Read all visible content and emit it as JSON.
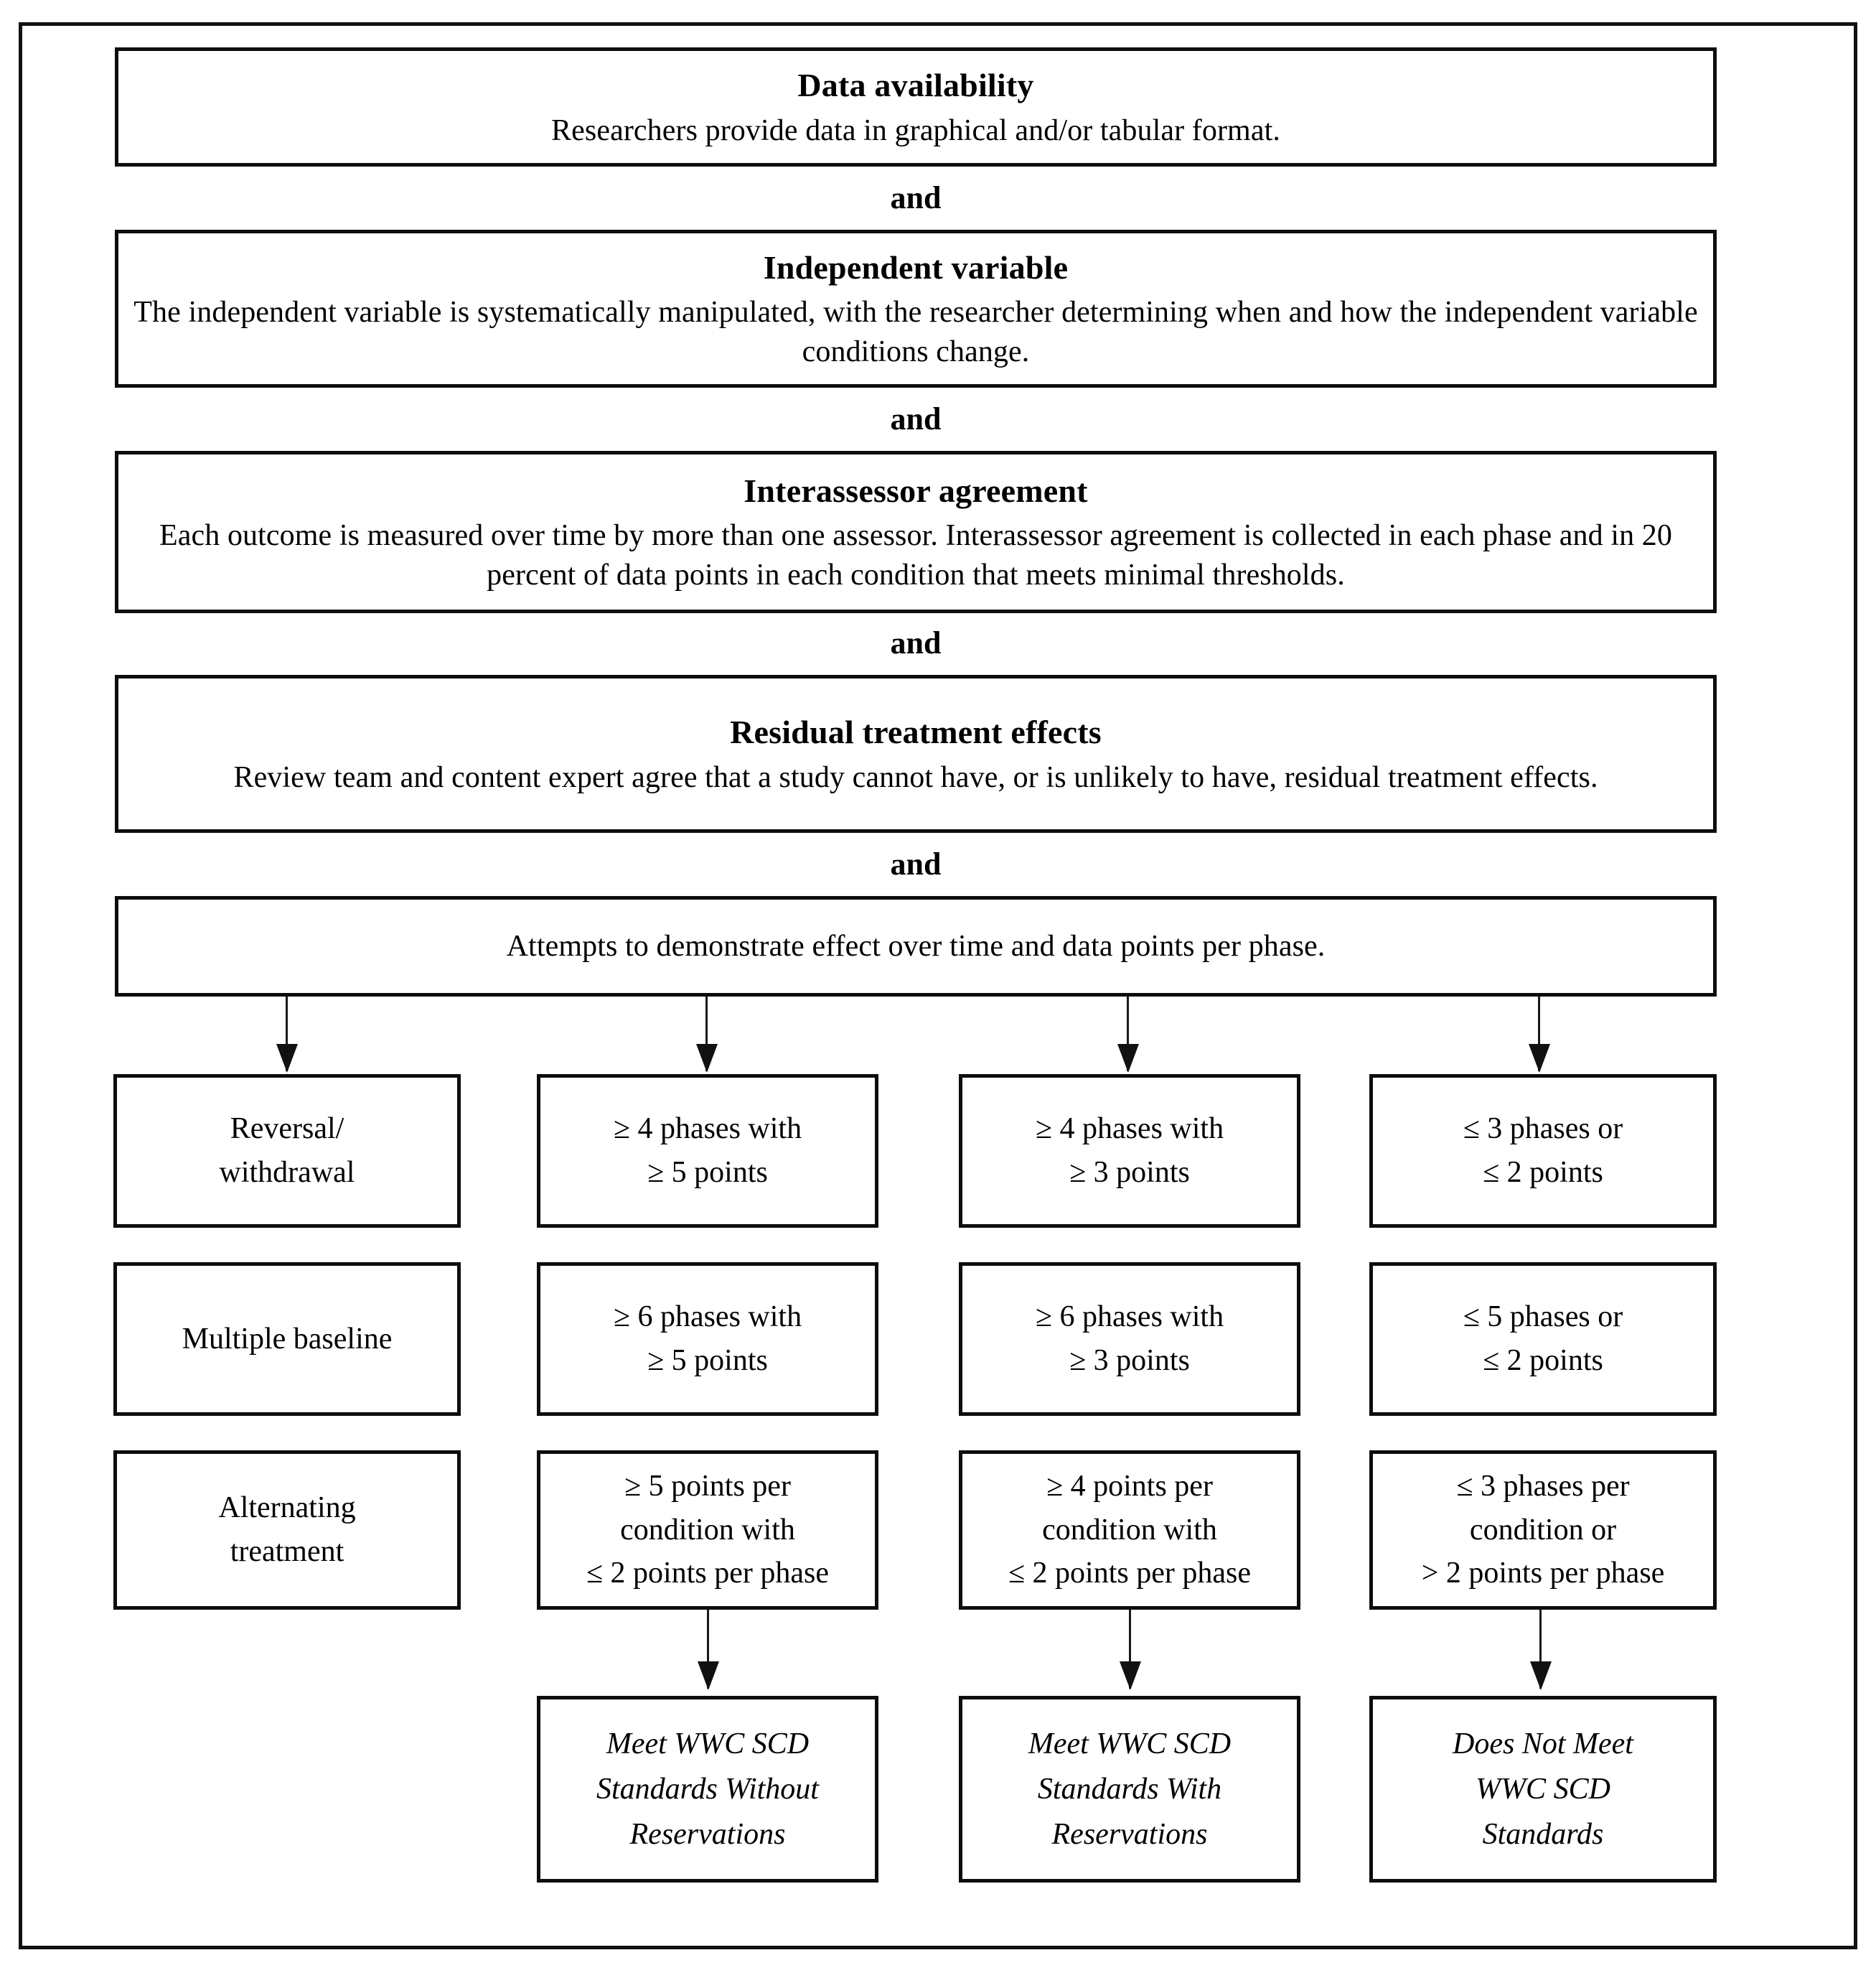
{
  "figure": {
    "criteria": [
      {
        "id": "data-availability",
        "title": "Data availability",
        "body": "Researchers provide data in graphical and/or tabular format."
      },
      {
        "id": "independent-variable",
        "title": "Independent variable",
        "body": "The independent variable is systematically manipulated, with the researcher determining when and how the independent variable conditions change."
      },
      {
        "id": "interassessor-agreement",
        "title": "Interassessor agreement",
        "body": "Each outcome is measured over time by more than one assessor. Interassessor agreement is collected in each phase and in 20 percent of data points in each condition that meets minimal thresholds."
      },
      {
        "id": "residual-treatment-effects",
        "title": "Residual treatment effects",
        "body": "Review team and content expert agree that a study cannot have, or is unlikely to have, residual treatment effects."
      }
    ],
    "connector_label": "and",
    "attempts_box": {
      "id": "attempts-to-demonstrate-effect",
      "body": "Attempts to demonstrate effect over time and data points per phase."
    },
    "design_rows": [
      {
        "design": [
          "Reversal/",
          "withdrawal"
        ],
        "without_reservations": [
          "≥ 4 phases with",
          "≥ 5 points"
        ],
        "with_reservations": [
          "≥ 4 phases with",
          "≥ 3 points"
        ],
        "does_not_meet": [
          "≤ 3 phases or",
          "≤ 2 points"
        ]
      },
      {
        "design": [
          "Multiple baseline"
        ],
        "without_reservations": [
          "≥ 6 phases with",
          "≥ 5 points"
        ],
        "with_reservations": [
          "≥ 6 phases with",
          "≥ 3 points"
        ],
        "does_not_meet": [
          "≤ 5 phases or",
          "≤ 2 points"
        ]
      },
      {
        "design": [
          "Alternating",
          "treatment"
        ],
        "without_reservations": [
          "≥ 5 points per",
          "condition with",
          "≤ 2 points  per phase"
        ],
        "with_reservations": [
          "≥ 4 points per",
          "condition with",
          "≤ 2 points per phase"
        ],
        "does_not_meet": [
          "≤ 3 phases per",
          "condition or",
          "> 2 points per phase"
        ]
      }
    ],
    "results": [
      {
        "id": "meet-without-reservations",
        "lines": [
          "Meet WWC SCD",
          "Standards Without",
          "Reservations"
        ]
      },
      {
        "id": "meet-with-reservations",
        "lines": [
          "Meet WWC SCD",
          "Standards With",
          "Reservations"
        ]
      },
      {
        "id": "does-not-meet-standards",
        "lines": [
          "Does Not Meet",
          "WWC SCD",
          "Standards"
        ]
      }
    ],
    "colors": {
      "border": "#0d0d0d",
      "background": "#ffffff",
      "text": "#000000",
      "arrow": "#111111"
    }
  }
}
